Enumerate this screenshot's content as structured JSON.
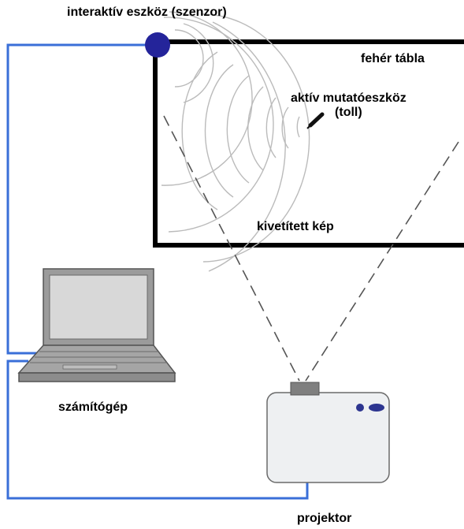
{
  "labels": {
    "sensor": "interaktív eszköz (szenzor)",
    "whiteboard": "fehér tábla",
    "pointer_line1": "aktív mutatóeszköz",
    "pointer_line2": "(toll)",
    "projected_image": "kivetített kép",
    "computer": "számítógép",
    "projector": "projektor"
  },
  "colors": {
    "cable": "#3a6fd8",
    "sensor": "#24249a",
    "board_frame": "#000000",
    "wave": "#bdbdbd",
    "beam": "#555555",
    "projector_body": "#eef0f2",
    "projector_lens": "#7f7f7f",
    "projector_led": "#2d3590",
    "laptop": "#9b9b9b",
    "laptop_screen": "#d6d6d6"
  },
  "icons": {
    "sensor": "sensor-dot-icon",
    "pen": "pen-icon",
    "laptop": "laptop-icon",
    "projector": "projector-icon"
  }
}
